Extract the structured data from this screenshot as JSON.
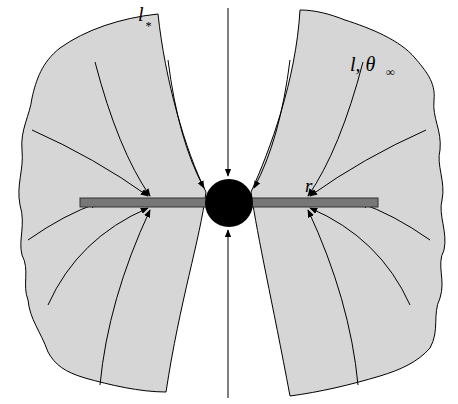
{
  "diagram": {
    "labels": [
      "l",
      "*",
      "l, θ",
      "∞",
      "r"
    ]
  }
}
